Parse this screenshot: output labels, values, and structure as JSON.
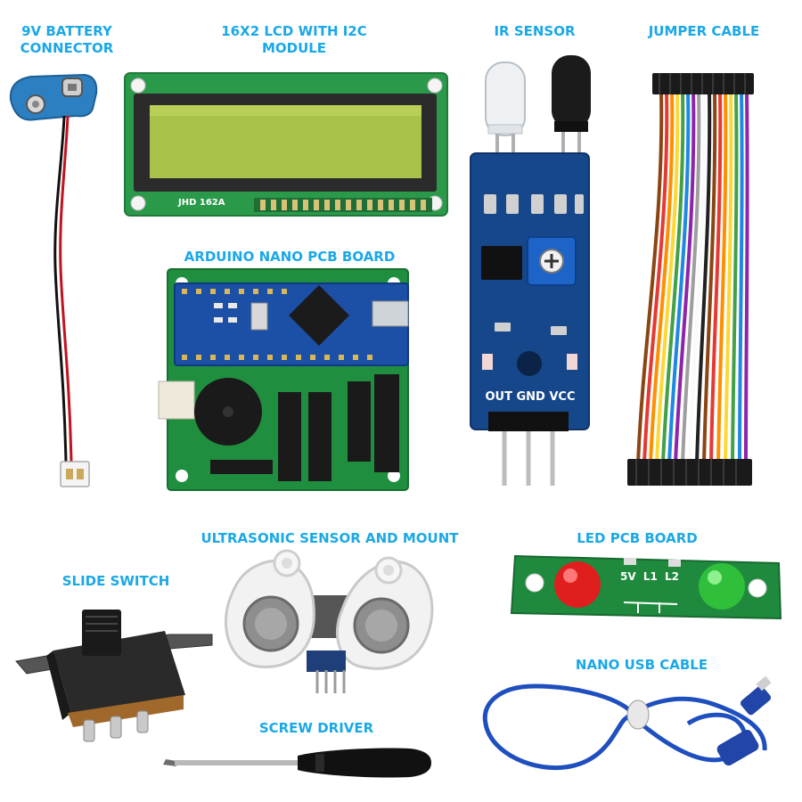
{
  "accent_color": "#1ba8e6",
  "components": {
    "battery_connector": {
      "label": "9V BATTERY\nCONNECTOR",
      "icon": "battery-snap"
    },
    "lcd": {
      "label": "16X2 LCD WITH I2C\nMODULE",
      "icon": "lcd-display",
      "board_text": "JHD 162A"
    },
    "ir_sensor": {
      "label": "IR SENSOR",
      "icon": "ir-sensor",
      "pin_labels": "OUT GND VCC"
    },
    "jumper_cable": {
      "label": "JUMPER CABLE",
      "icon": "ribbon-cable"
    },
    "nano_board": {
      "label": "ARDUINO NANO PCB BOARD",
      "icon": "arduino-nano"
    },
    "slide_switch": {
      "label": "SLIDE SWITCH",
      "icon": "slide-switch"
    },
    "ultrasonic": {
      "label": "ULTRASONIC SENSOR AND MOUNT",
      "icon": "ultrasonic-sensor"
    },
    "led_board": {
      "label": "LED PCB BOARD",
      "icon": "led-board",
      "board_text": "5V L1 L2"
    },
    "usb_cable": {
      "label": "NANO USB CABLE",
      "icon": "usb-cable"
    },
    "screw_driver": {
      "label": "SCREW DRIVER",
      "icon": "screwdriver"
    }
  }
}
